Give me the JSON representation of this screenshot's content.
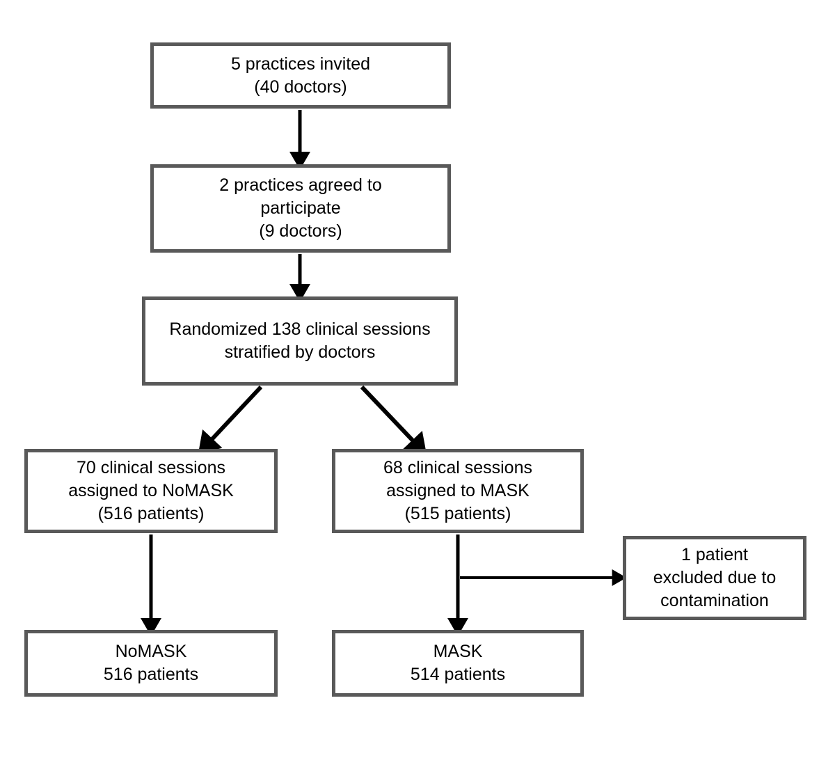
{
  "diagram": {
    "title": "CONSORT participant flow diagram",
    "colors": {
      "box_border": "#595959",
      "box_fill": "#FFFFFF",
      "arrow": "#000000",
      "text": "#000000"
    },
    "nodes": [
      {
        "id": "invited",
        "name": "practices-invited",
        "text": "5 practices invited\n(40 doctors)"
      },
      {
        "id": "agreed",
        "name": "practices-agreed",
        "text": "2 practices agreed to\nparticipate\n(9 doctors)"
      },
      {
        "id": "randomized",
        "name": "randomized-sessions",
        "text": "Randomized 138 clinical sessions\nstratified by doctors"
      },
      {
        "id": "nomask_arm",
        "name": "nomask-allocation",
        "text": "70 clinical sessions\nassigned to NoMASK\n(516 patients)"
      },
      {
        "id": "mask_arm",
        "name": "mask-allocation",
        "text": "68 clinical sessions\nassigned to MASK\n(515 patients)"
      },
      {
        "id": "excluded",
        "name": "excluded-patients",
        "text": "1 patient\nexcluded due to\ncontamination"
      },
      {
        "id": "nomask_final",
        "name": "nomask-analyzed",
        "text": "NoMASK\n516 patients"
      },
      {
        "id": "mask_final",
        "name": "mask-analyzed",
        "text": "MASK\n514 patients"
      }
    ],
    "edges": [
      {
        "from": "invited",
        "to": "agreed",
        "kind": "vertical-arrow"
      },
      {
        "from": "agreed",
        "to": "randomized",
        "kind": "vertical-arrow"
      },
      {
        "from": "randomized",
        "to": "nomask_arm",
        "kind": "diagonal-arrow-left"
      },
      {
        "from": "randomized",
        "to": "mask_arm",
        "kind": "diagonal-arrow-right"
      },
      {
        "from": "nomask_arm",
        "to": "nomask_final",
        "kind": "vertical-arrow"
      },
      {
        "from": "mask_arm",
        "to": "mask_final",
        "kind": "vertical-arrow"
      },
      {
        "from": "mask_arm",
        "to": "excluded",
        "kind": "horizontal-arrow"
      }
    ]
  }
}
